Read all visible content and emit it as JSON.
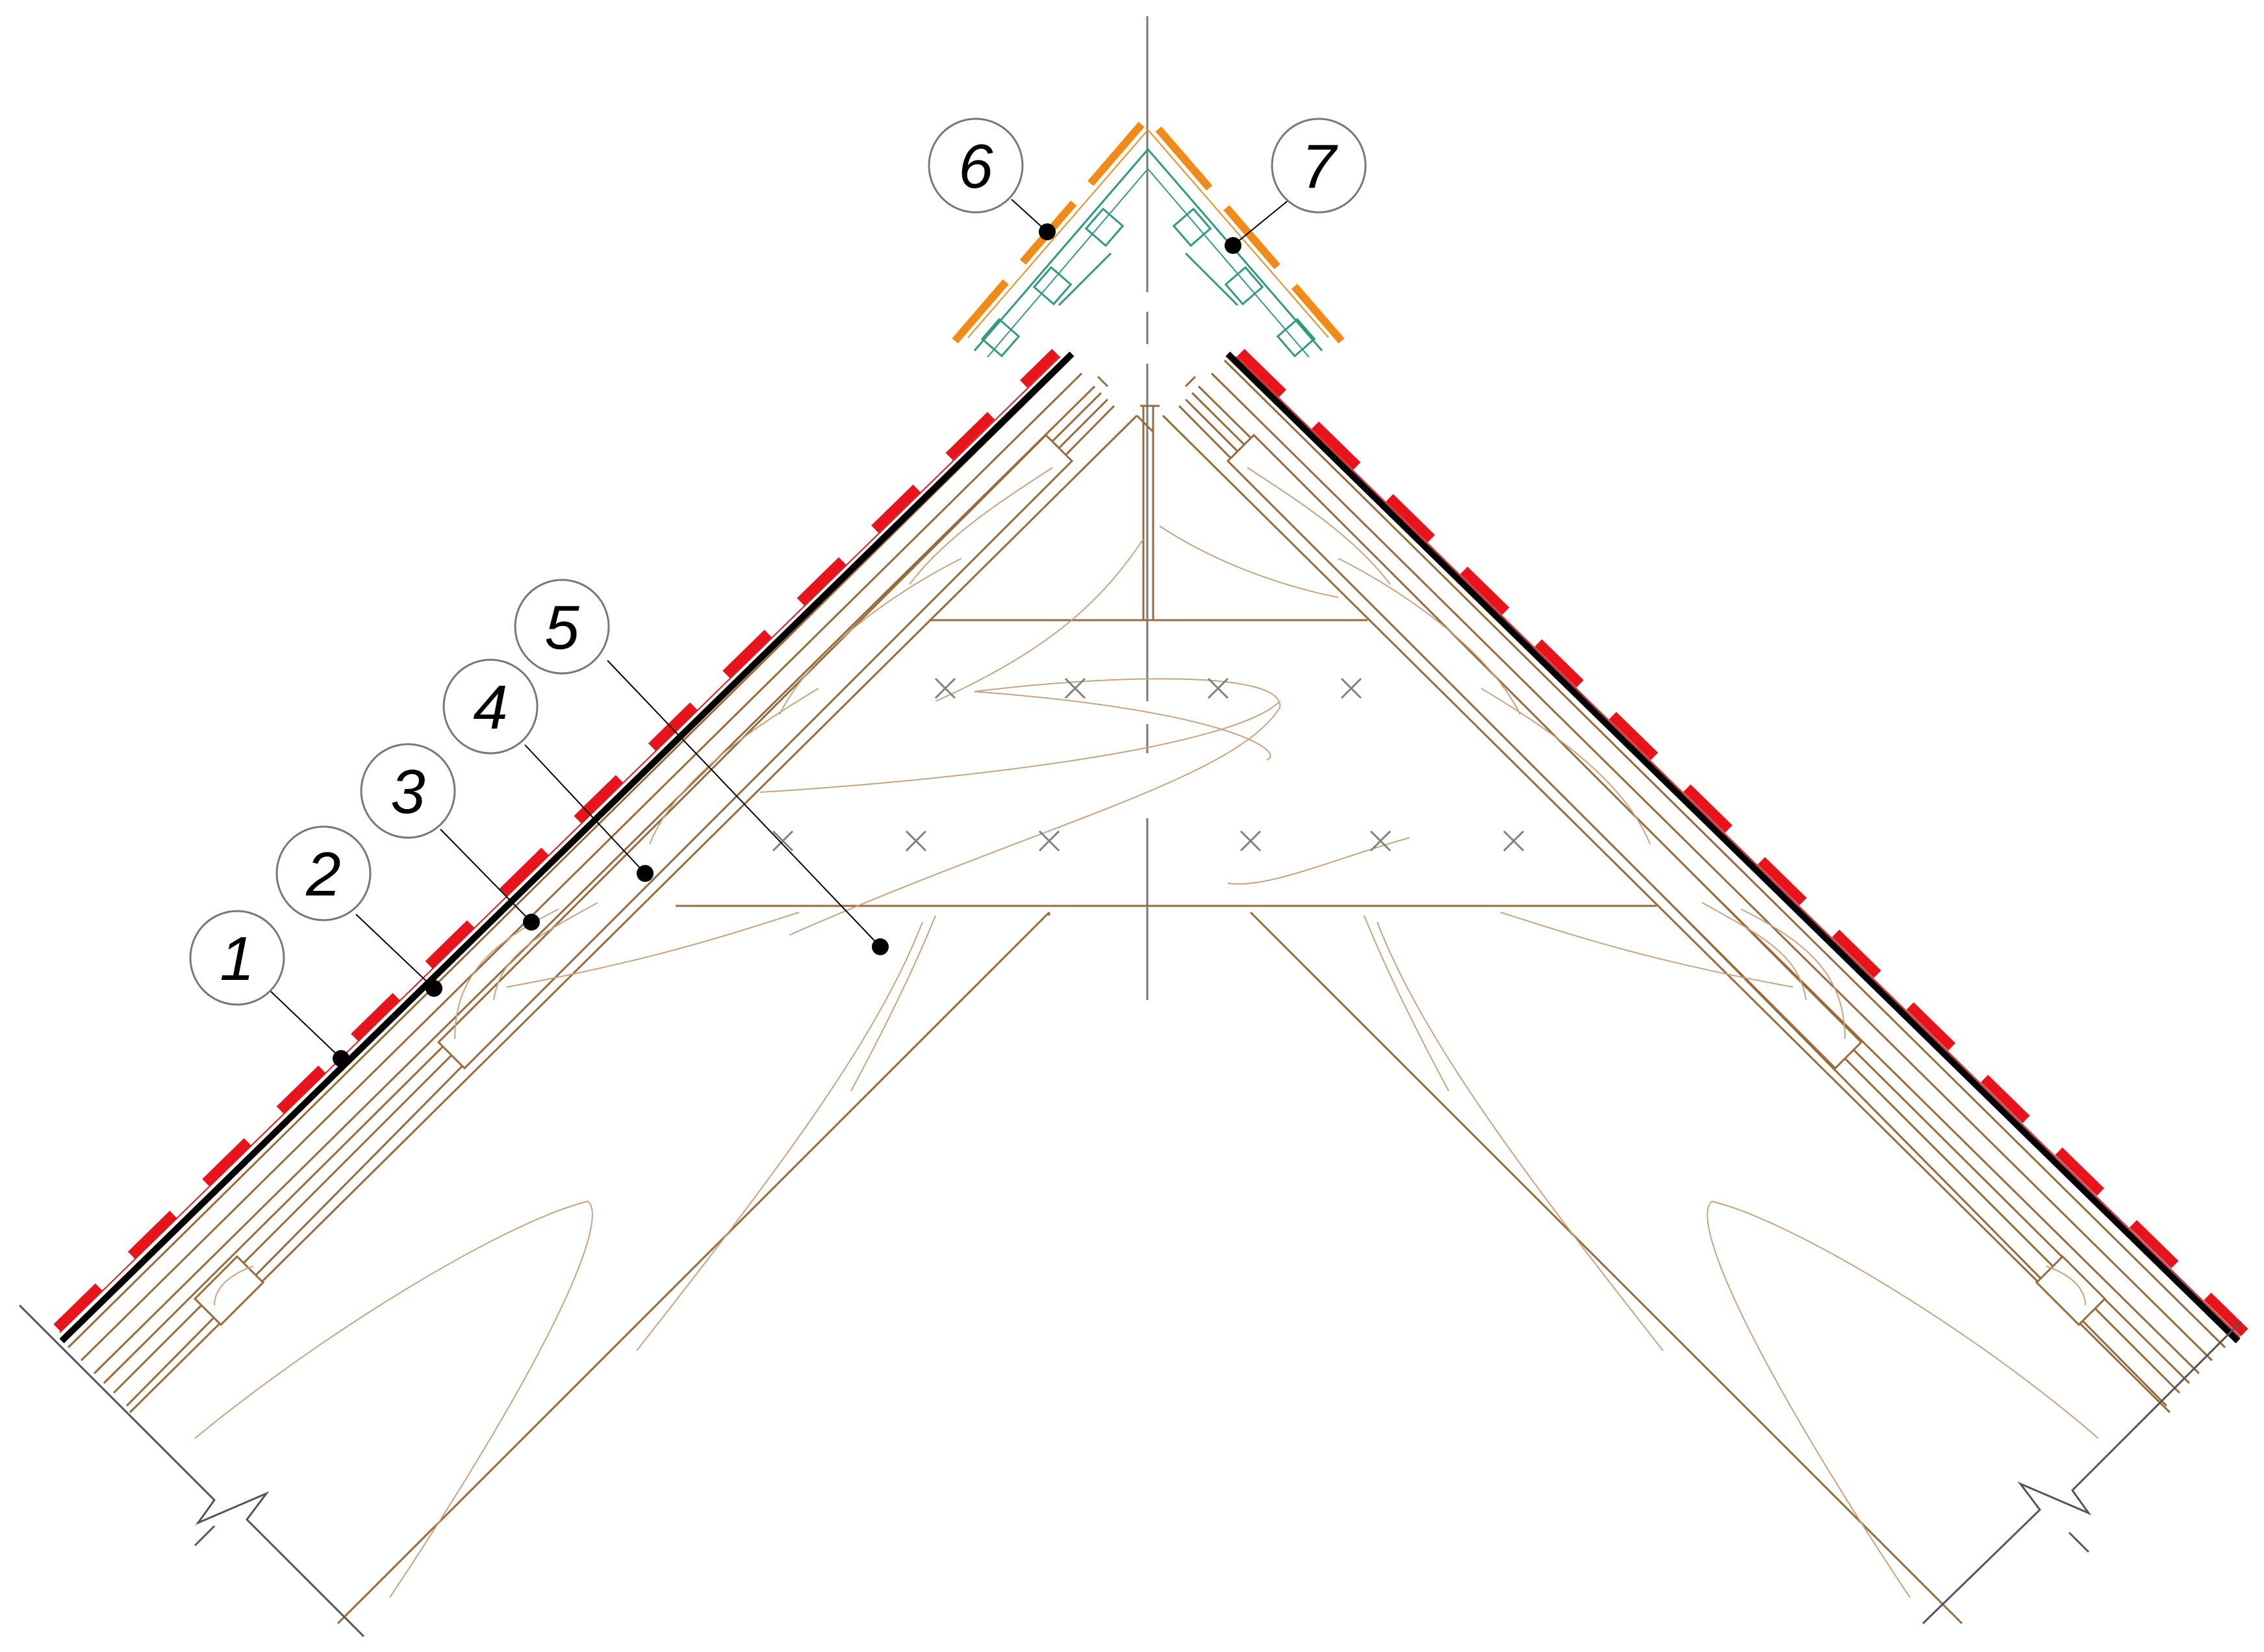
{
  "diagram": {
    "colors": {
      "background": "#ffffff",
      "timber": "#9a6a3a",
      "grain": "#c9a27e",
      "membrane_red": "#e8141c",
      "membrane_black": "#000000",
      "ridge_orange": "#f28a17",
      "ridge_green": "#2f9b7a",
      "axis": "#777777",
      "leader": "#000000",
      "marker": "#000000",
      "fixing_mark": "#808080"
    },
    "callouts": [
      {
        "id": "1",
        "label": "1"
      },
      {
        "id": "2",
        "label": "2"
      },
      {
        "id": "3",
        "label": "3"
      },
      {
        "id": "4",
        "label": "4"
      },
      {
        "id": "5",
        "label": "5"
      },
      {
        "id": "6",
        "label": "6"
      },
      {
        "id": "7",
        "label": "7"
      }
    ]
  }
}
